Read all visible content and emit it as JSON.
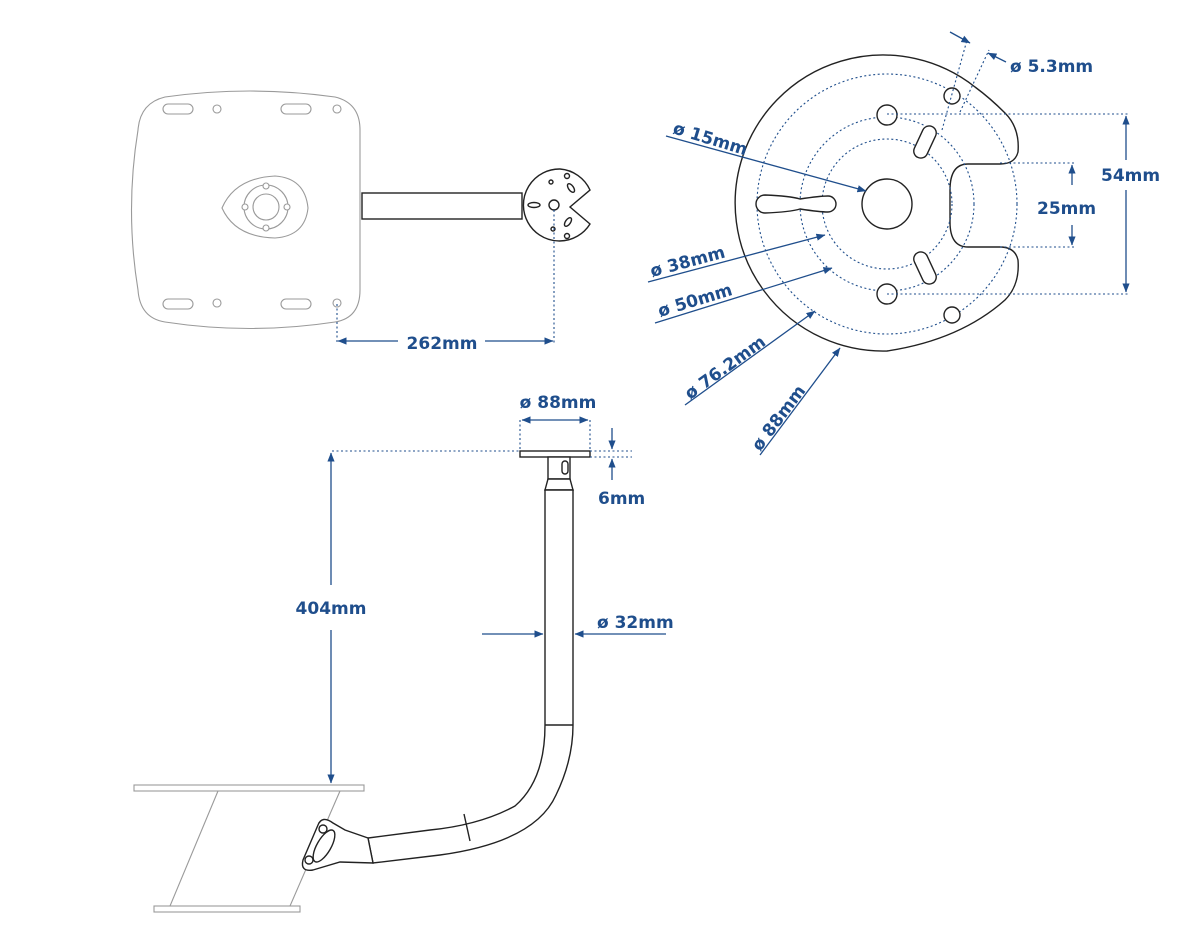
{
  "colors": {
    "dimension": "#1f4e8c",
    "part": "#222222",
    "ghost": "#9a9a9a"
  },
  "top_view": {
    "span_label": "262mm"
  },
  "plate_view": {
    "hole_label": "ø 5.3mm",
    "center_label": "ø 15mm",
    "circle_38_label": "ø 38mm",
    "circle_50_label": "ø 50mm",
    "circle_76_label": "ø 76.2mm",
    "outer_label": "ø 88mm",
    "height_54_label": "54mm",
    "slot_25_label": "25mm"
  },
  "side_view": {
    "plate_label": "ø 88mm",
    "thickness_label": "6mm",
    "height_label": "404mm",
    "tube_label": "ø 32mm"
  }
}
